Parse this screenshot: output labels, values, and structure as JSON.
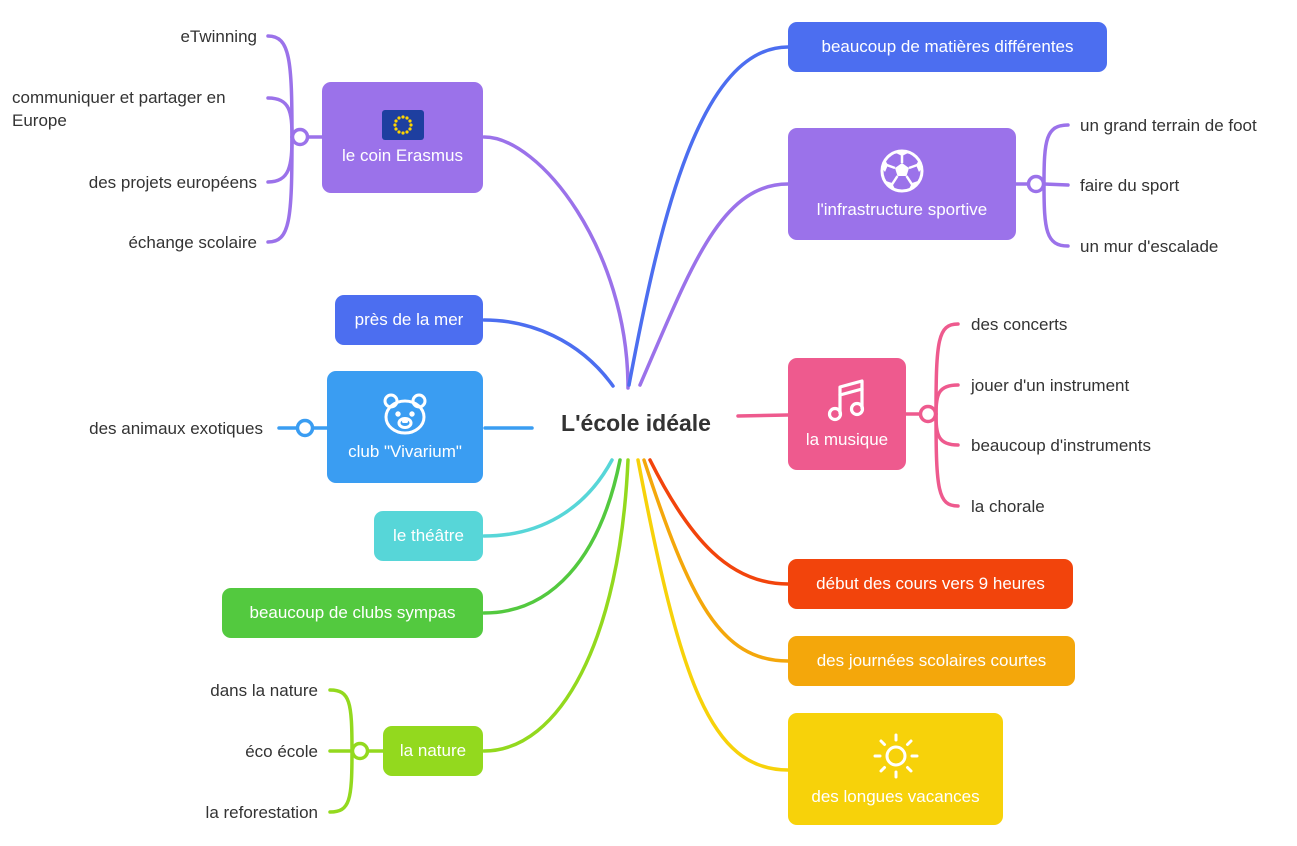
{
  "center": {
    "label": "L'école idéale"
  },
  "left": {
    "erasmus": {
      "label": "le coin Erasmus",
      "color": "#9B72EA",
      "icon": "eu-flag-icon",
      "leaves": [
        "eTwinning",
        "communiquer et partager en Europe",
        "des projets européens",
        "échange scolaire"
      ]
    },
    "mer": {
      "label": "près de la mer",
      "color": "#4C6EF0"
    },
    "vivarium": {
      "label": "club \"Vivarium\"",
      "color": "#3A9DF2",
      "icon": "bear-icon",
      "leaves": [
        "des animaux exotiques"
      ]
    },
    "theatre": {
      "label": "le théâtre",
      "color": "#57D6D8"
    },
    "clubs": {
      "label": "beaucoup de clubs sympas",
      "color": "#53C93F"
    },
    "nature": {
      "label": "la nature",
      "color": "#93D91E",
      "leaves": [
        "dans la nature",
        "éco école",
        "la reforestation"
      ]
    }
  },
  "right": {
    "matieres": {
      "label": "beaucoup de matières différentes",
      "color": "#4C6EF0"
    },
    "sport": {
      "label": "l'infrastructure sportive",
      "color": "#9B72EA",
      "icon": "soccer-ball-icon",
      "leaves": [
        "un grand terrain de foot",
        "faire du sport",
        "un mur d'escalade"
      ]
    },
    "musique": {
      "label": "la musique",
      "color": "#EE5A8E",
      "icon": "music-note-icon",
      "leaves": [
        "des concerts",
        "jouer d'un instrument",
        "beaucoup d'instruments",
        "la chorale"
      ]
    },
    "cours": {
      "label": "début des cours vers 9 heures",
      "color": "#F2440C"
    },
    "journees": {
      "label": "des journées scolaires courtes",
      "color": "#F4A70B"
    },
    "vacances": {
      "label": "des longues vacances",
      "color": "#F7D20A",
      "icon": "sun-icon"
    }
  }
}
